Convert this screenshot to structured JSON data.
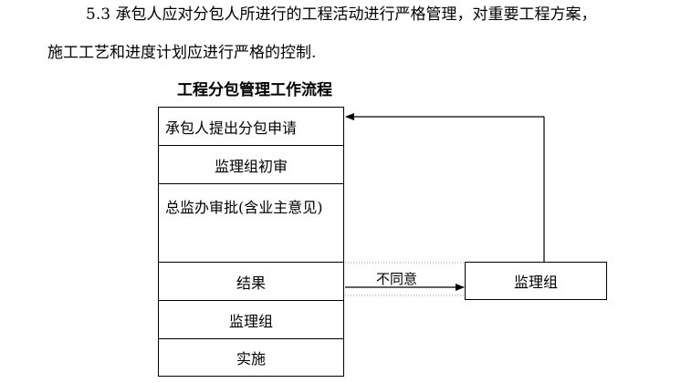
{
  "text": {
    "paragraph_line1": "5.3 承包人应对分包人所进行的工程活动进行严格管理，对重要工程方案，",
    "paragraph_line2": "施工工艺和进度计划应进行严格的控制."
  },
  "flowchart": {
    "title": "工程分包管理工作流程",
    "steps": [
      "承包人提出分包申请",
      "监理组初审",
      "总监办审批(含业主意见)",
      "结果",
      "监理组",
      "实施"
    ],
    "side_box": "监理组",
    "arrow_label": "不同意"
  }
}
